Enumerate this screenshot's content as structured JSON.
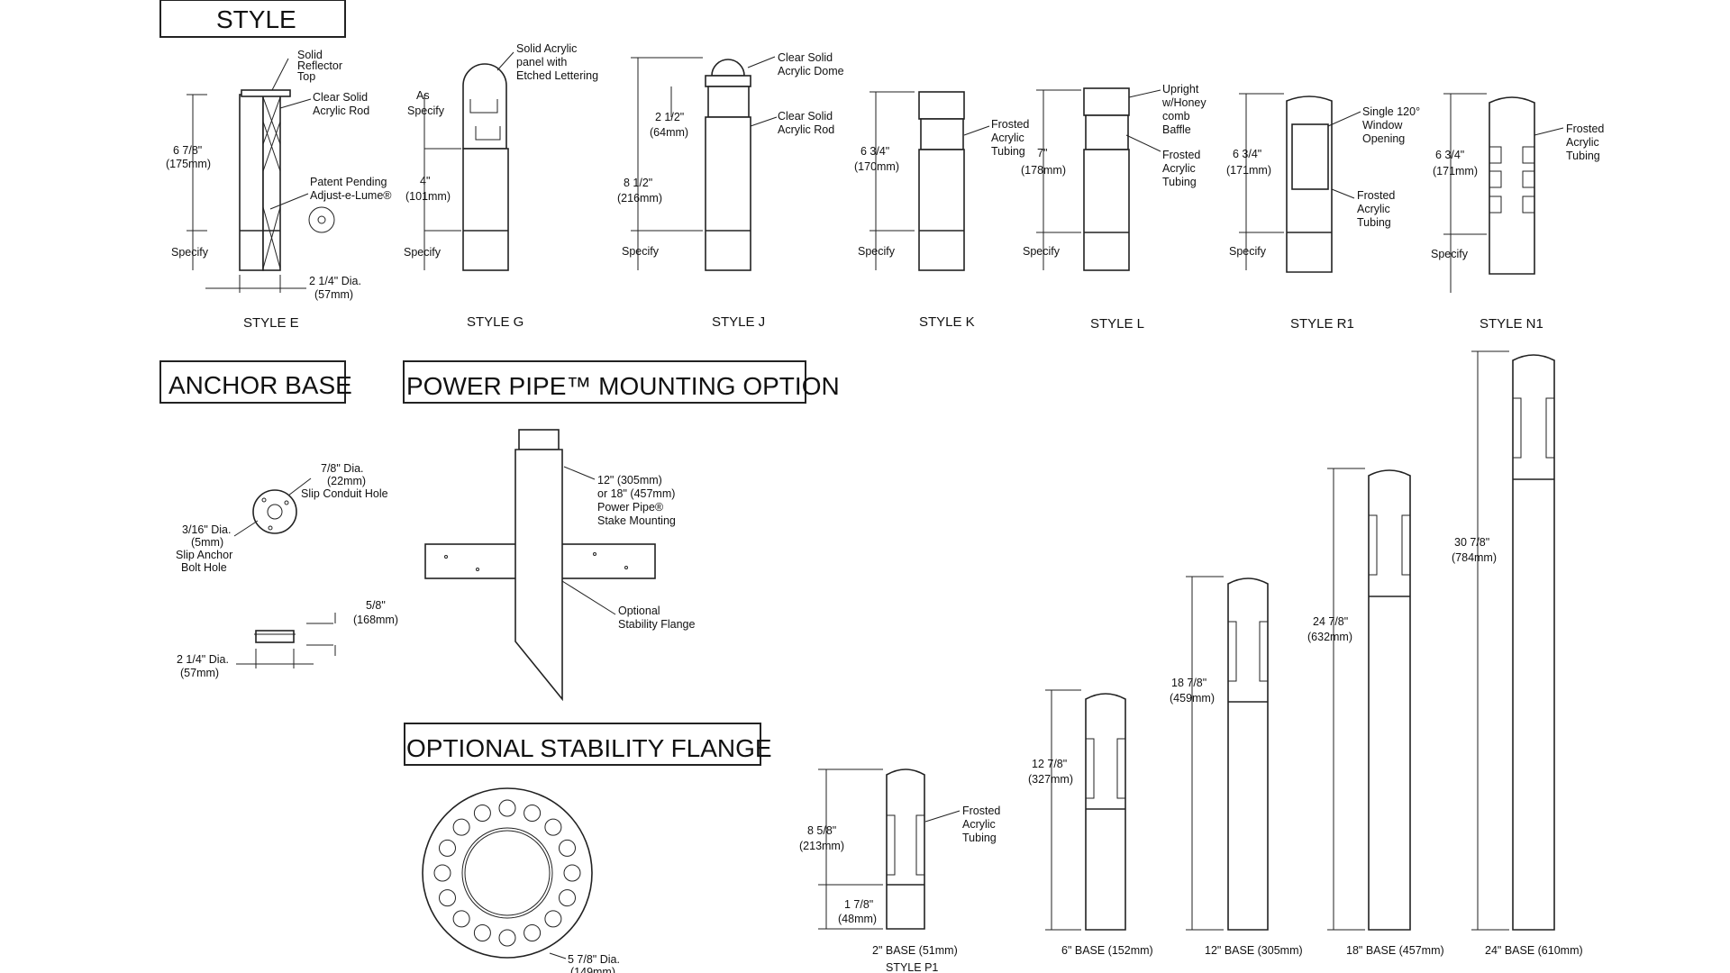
{
  "headings": {
    "style": "STYLE",
    "anchor_base": "ANCHOR  BASE",
    "power_pipe": "POWER PIPE™ MOUNTING    OPTION",
    "stability_flange": "OPTIONAL STABILITY FLANGE"
  },
  "style_e": {
    "caption": "STYLE E",
    "top1": "Solid",
    "top2": "Reflector",
    "top3": "Top",
    "rod1": "Clear Solid",
    "rod2": "Acrylic Rod",
    "pat1": "Patent Pending",
    "pat2": "Adjust-e-Lume®",
    "dim1": "6 7/8\"",
    "dim2": "(175mm)",
    "specify": "Specify",
    "dia1": "2 1/4\" Dia.",
    "dia2": "(57mm)"
  },
  "style_g": {
    "caption": "STYLE G",
    "p1": "Solid Acrylic",
    "p2": "panel with",
    "p3": "Etched Lettering",
    "as1": "As",
    "as2": "Specify",
    "dim1": "4\"",
    "dim2": "(101mm)",
    "specify": "Specify"
  },
  "style_j": {
    "caption": "STYLE J",
    "dome1": "Clear Solid",
    "dome2": "Acrylic Dome",
    "rod1": "Clear Solid",
    "rod2": "Acrylic Rod",
    "d1a": "2 1/2\"",
    "d1b": "(64mm)",
    "d2a": "8 1/2\"",
    "d2b": "(216mm)",
    "specify": "Specify"
  },
  "style_k": {
    "caption": "STYLE K",
    "f1": "Frosted",
    "f2": "Acrylic",
    "f3": "Tubing",
    "dim1": "6 3/4\"",
    "dim2": "(170mm)",
    "specify": "Specify"
  },
  "style_l": {
    "caption": "STYLE L",
    "u1": "Upright",
    "u2": "w/Honey",
    "u3": "comb",
    "u4": "Baffle",
    "f1": "Frosted",
    "f2": "Acrylic",
    "f3": "Tubing",
    "dim1": "7\"",
    "dim2": "(178mm)",
    "specify": "Specify"
  },
  "style_r1": {
    "caption": "STYLE R1",
    "w1": "Single 120°",
    "w2": "Window",
    "w3": "Opening",
    "f1": "Frosted",
    "f2": "Acrylic",
    "f3": "Tubing",
    "dim1": "6 3/4\"",
    "dim2": "(171mm)",
    "specify": "Specify"
  },
  "style_n1": {
    "caption": "STYLE N1",
    "f1": "Frosted",
    "f2": "Acrylic",
    "f3": "Tubing",
    "dim1": "6 3/4\"",
    "dim2": "(171mm)",
    "specify": "Specify"
  },
  "anchor": {
    "hole1": "7/8\" Dia.",
    "hole2": "(22mm)",
    "hole3": "Slip Conduit Hole",
    "bolt1": "3/16\" Dia.",
    "bolt2": "(5mm)",
    "bolt3": "Slip Anchor",
    "bolt4": "Bolt Hole",
    "h1": "5/8\"",
    "h2": "(168mm)",
    "w1": "2 1/4\" Dia.",
    "w2": "(57mm)"
  },
  "pipe": {
    "s1": "12\"  (305mm)",
    "s2": "or 18\" (457mm)",
    "s3": "Power Pipe®",
    "s4": "Stake Mounting",
    "o1": "Optional",
    "o2": "Stability Flange"
  },
  "flange": {
    "d1": "5 7/8\" Dia.",
    "d2": "(149mm)"
  },
  "p1": {
    "caption": "STYLE P1",
    "f1": "Frosted",
    "f2": "Acrylic",
    "f3": "Tubing",
    "d1a": "8 5/8\"",
    "d1b": "(213mm)",
    "d2a": "1 7/8\"",
    "d2b": "(48mm)",
    "base": "2\" BASE (51mm)"
  },
  "bases": [
    {
      "height1": "12 7/8\"",
      "height2": "(327mm)",
      "base": "6\" BASE (152mm)"
    },
    {
      "height1": "18 7/8\"",
      "height2": "(459mm)",
      "base": "12\" BASE (305mm)"
    },
    {
      "height1": "24 7/8\"",
      "height2": "(632mm)",
      "base": "18\" BASE (457mm)"
    },
    {
      "height1": "30 7/8\"",
      "height2": "(784mm)",
      "base": "24\" BASE (610mm)"
    }
  ],
  "colors": {
    "ink": "#222222",
    "paper": "#ffffff"
  }
}
